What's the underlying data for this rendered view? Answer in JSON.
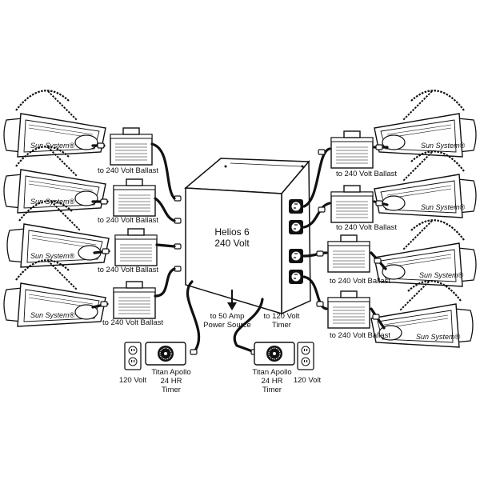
{
  "hub": {
    "name": "Helios 6",
    "voltage": "240 Volt"
  },
  "ballast_label": "to 240 Volt Ballast",
  "reflector_brand": "Sun System®",
  "power_source": {
    "line1": "to 50 Amp",
    "line2": "Power Source"
  },
  "timer_feed": {
    "line1": "to 120 Volt",
    "line2": "Timer"
  },
  "timer": {
    "line1": "Titan Apollo",
    "line2": "24 HR",
    "line3": "Timer"
  },
  "outlet_label": "120 Volt",
  "colors": {
    "ink": "#111111",
    "background": "#ffffff"
  }
}
